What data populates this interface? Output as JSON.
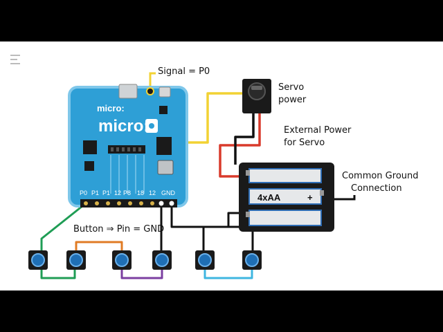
{
  "labels": {
    "signal": "Signal = P0",
    "servo_line1": "Servo",
    "servo_line2": "power",
    "ext_power_line1": "External Power",
    "ext_power_line2": "for Servo",
    "common_ground_line1": "Common Ground",
    "common_ground_line2": "Connection",
    "button_rule": "Button ⇒ Pin = GND"
  },
  "board": {
    "brand_small": "micro:",
    "brand_large": "micro:",
    "pins": [
      "P0",
      "P1",
      "P1",
      "12",
      "P8",
      "18",
      "12",
      "GND"
    ]
  },
  "battery": {
    "label": "4xAA",
    "plus": "+"
  },
  "icons": {
    "corner": "menu-icon"
  },
  "colors": {
    "board": "#2e9fd6",
    "board_border": "#7fc7ea",
    "signal_wire": "#f2d233",
    "power_wire": "#d93a2b",
    "ground_wire": "#111111",
    "green_wire": "#1f9d55",
    "orange_wire": "#e07b24",
    "purple_wire": "#7b3fa0",
    "cyan_wire": "#3fb6e0",
    "button_cap": "#1f6fb5"
  }
}
